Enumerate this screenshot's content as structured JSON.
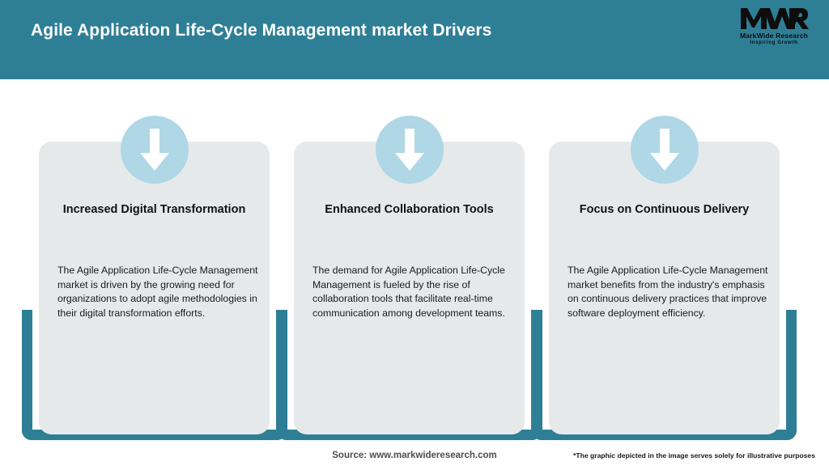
{
  "header": {
    "title": "Agile Application Life-Cycle Management market Drivers",
    "bar_color": "#2E7F96",
    "title_color": "#FFFFFF"
  },
  "logo": {
    "mark_text": "MWR",
    "name": "MarkWide Research",
    "tagline": "Inspiring Growth"
  },
  "theme": {
    "accent": "#2E7F96",
    "panel_bg": "#E6E9EA",
    "badge_bg": "#AFD7E6",
    "arrow_color": "#FFFFFF",
    "page_bg": "#FFFFFF"
  },
  "cards": [
    {
      "icon": "arrow-down-icon",
      "title": "Increased Digital Transformation",
      "body": "The Agile Application Life-Cycle Management market is driven by the growing need for organizations to adopt agile methodologies in their digital transformation efforts."
    },
    {
      "icon": "arrow-down-icon",
      "title": "Enhanced Collaboration Tools",
      "body": "The demand for Agile Application Life-Cycle Management is fueled by the rise of collaboration tools that facilitate real-time communication among development teams."
    },
    {
      "icon": "arrow-down-icon",
      "title": "Focus on Continuous Delivery",
      "body": "The Agile Application Life-Cycle Management market benefits from the industry's emphasis on continuous delivery practices that improve software deployment efficiency."
    }
  ],
  "footer": {
    "source": "Source: www.markwideresearch.com",
    "disclaimer": "*The graphic depicted in the image serves solely for illustrative purposes"
  }
}
